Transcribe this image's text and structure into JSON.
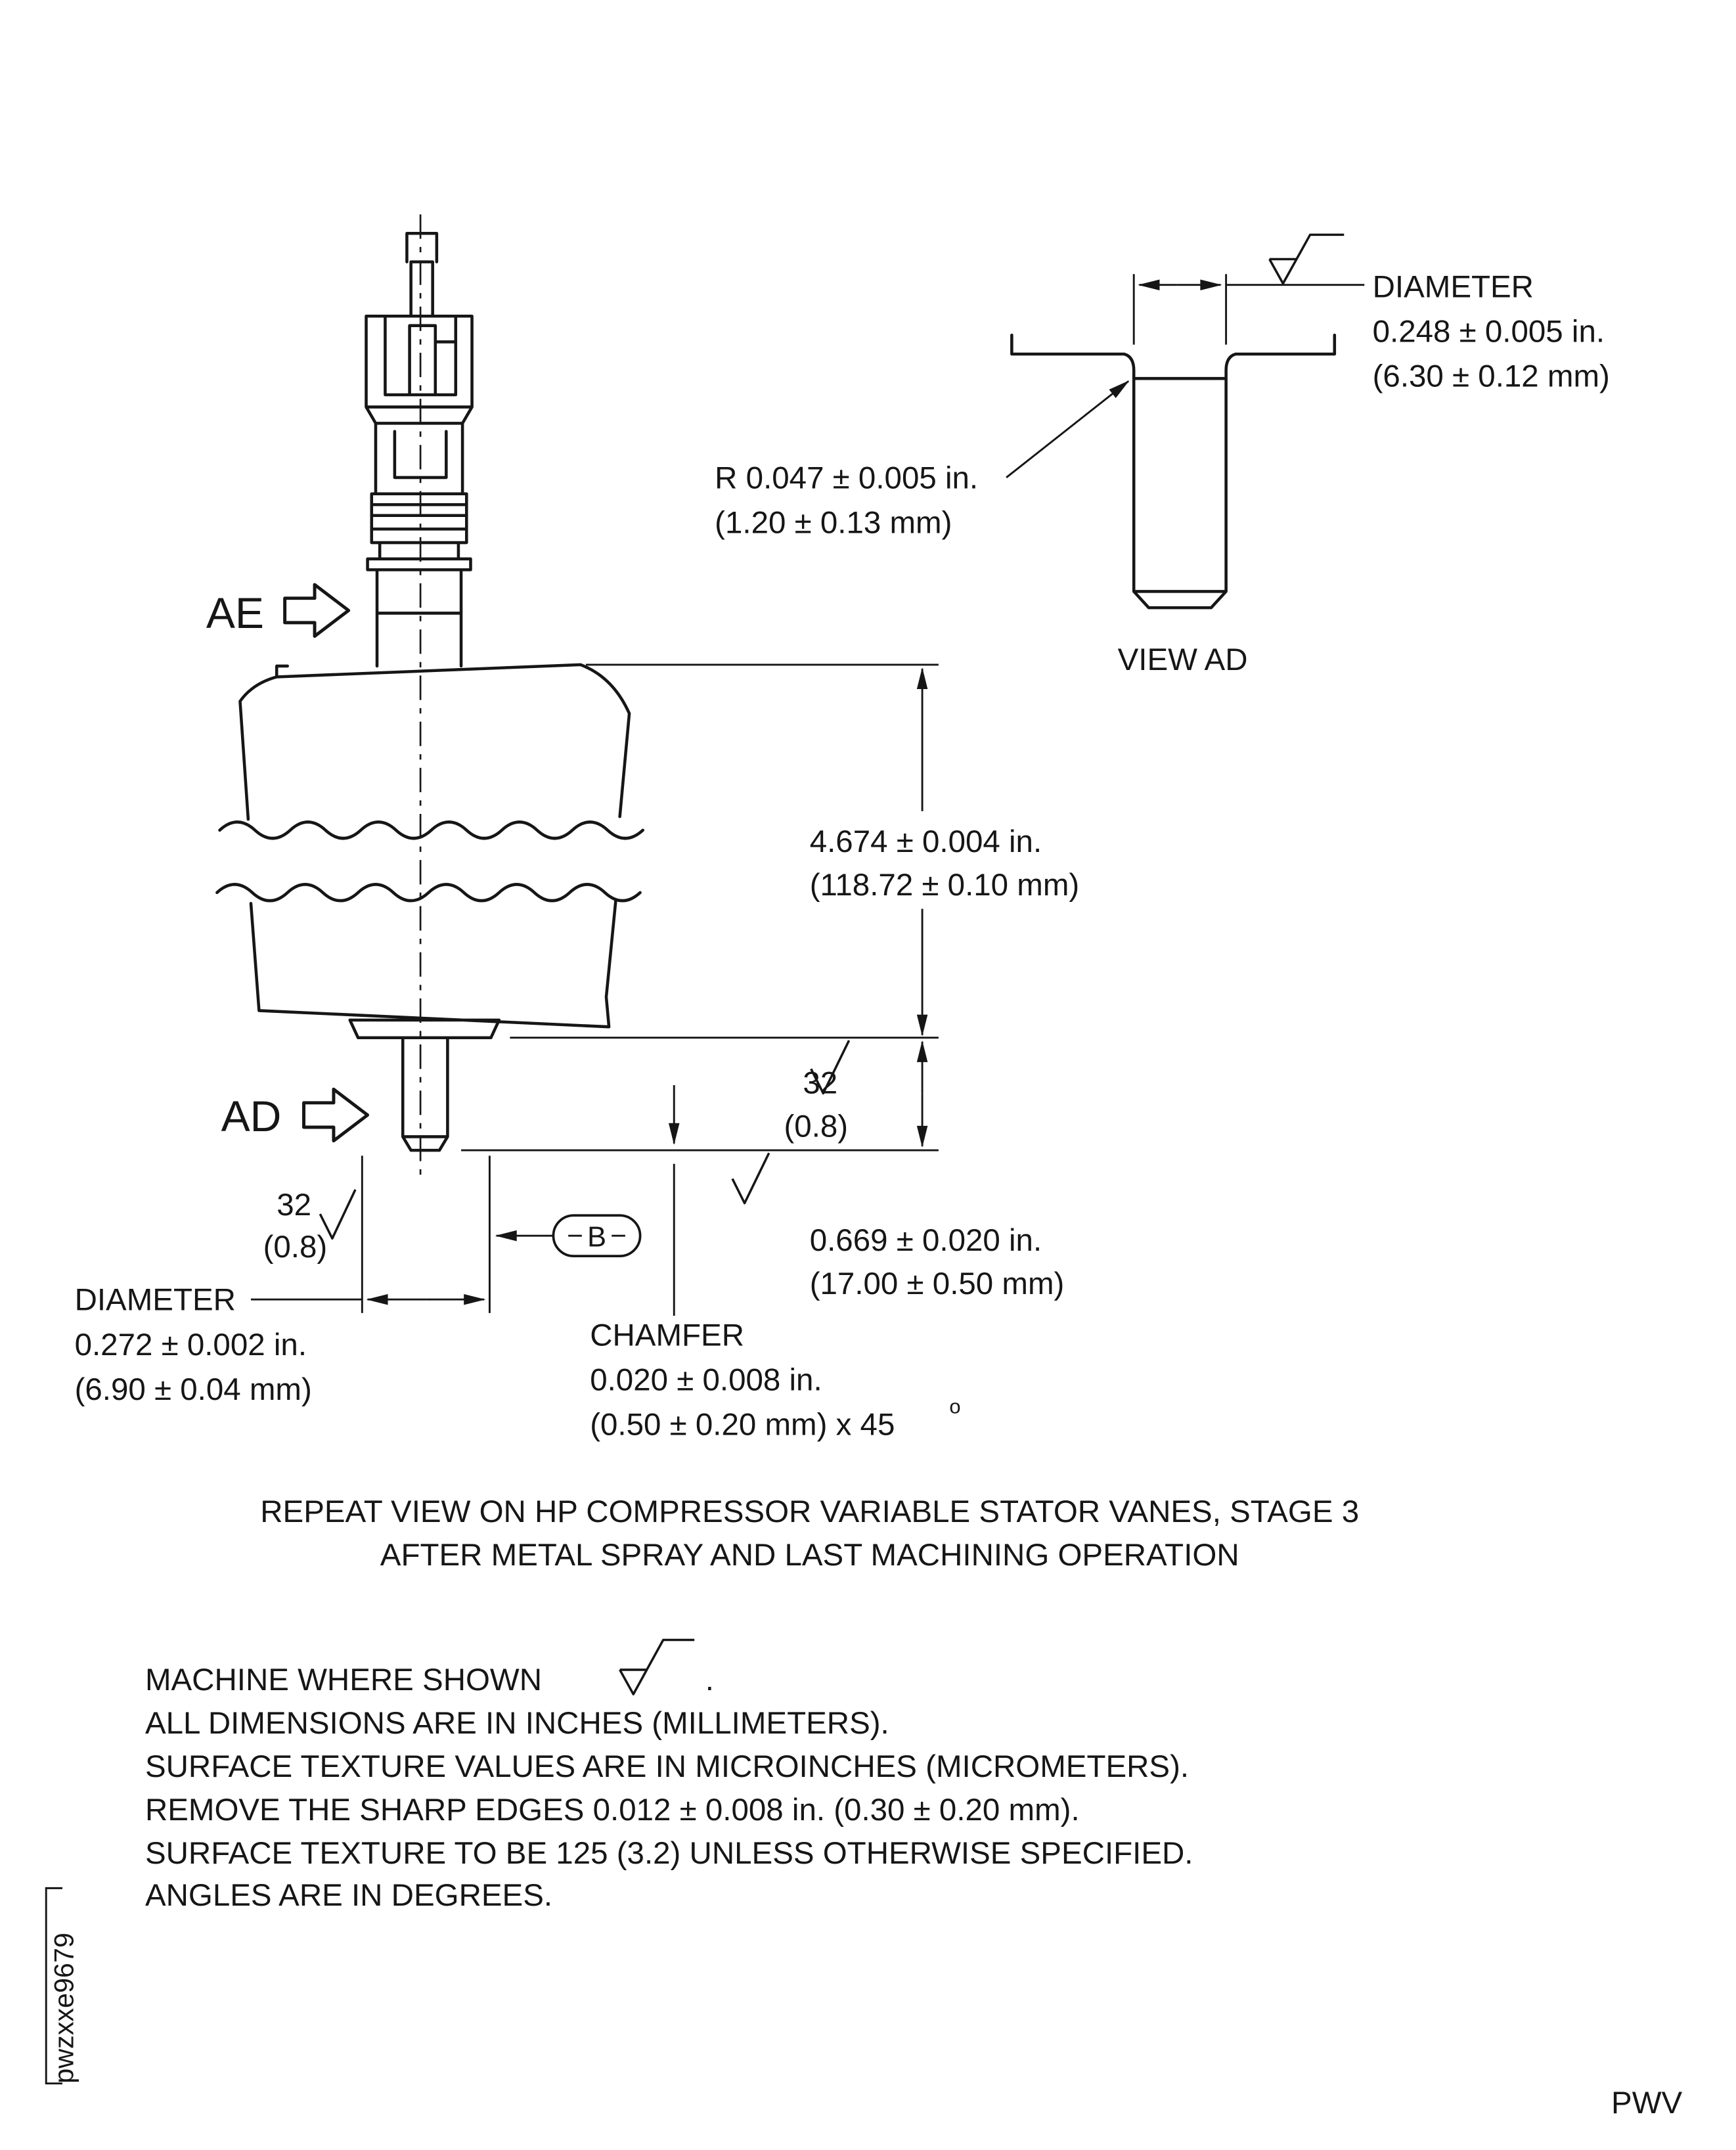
{
  "drawing": {
    "view_labels": {
      "ae": "AE",
      "ad": "AD",
      "view_ad": "VIEW AD"
    },
    "datum": {
      "b": "B"
    },
    "dims": {
      "view_ad_diameter": {
        "title": "DIAMETER",
        "inches": "0.248 ± 0.005 in.",
        "mm": "(6.30 ± 0.12 mm)"
      },
      "fillet_radius": {
        "inches": "R 0.047 ± 0.005 in.",
        "mm": "(1.20 ± 0.13 mm)"
      },
      "vane_height": {
        "inches": "4.674 ± 0.004 in.",
        "mm": "(118.72 ± 0.10 mm)"
      },
      "button_height": {
        "inches": "0.669 ± 0.020 in.",
        "mm": "(17.00 ± 0.50 mm)"
      },
      "button_diameter": {
        "title": "DIAMETER",
        "inches": "0.272 ± 0.002 in.",
        "mm": "(6.90 ± 0.04 mm)"
      },
      "chamfer": {
        "title": "CHAMFER",
        "inches": "0.020 ± 0.008 in.",
        "mm": "(0.50 ± 0.20 mm) x 45",
        "degree": "o"
      }
    },
    "surface_finish": {
      "value": "32",
      "metric": "(0.8)"
    }
  },
  "notes": {
    "repeat_line1": "REPEAT VIEW ON HP COMPRESSOR VARIABLE STATOR VANES, STAGE 3",
    "repeat_line2": "AFTER METAL SPRAY AND LAST MACHINING OPERATION",
    "machine_where_shown": "MACHINE WHERE SHOWN",
    "machine_period": ".",
    "note1": "ALL DIMENSIONS ARE IN INCHES (MILLIMETERS).",
    "note2": "SURFACE TEXTURE VALUES ARE IN MICROINCHES (MICROMETERS).",
    "note3": "REMOVE THE SHARP EDGES 0.012 ± 0.008 in. (0.30 ± 0.20 mm).",
    "note4": "SURFACE TEXTURE TO BE 125 (3.2) UNLESS OTHERWISE SPECIFIED.",
    "note5": "ANGLES ARE IN DEGREES."
  },
  "footer": {
    "doc_code": "pwzxxe9679",
    "page_code": "PWV"
  }
}
